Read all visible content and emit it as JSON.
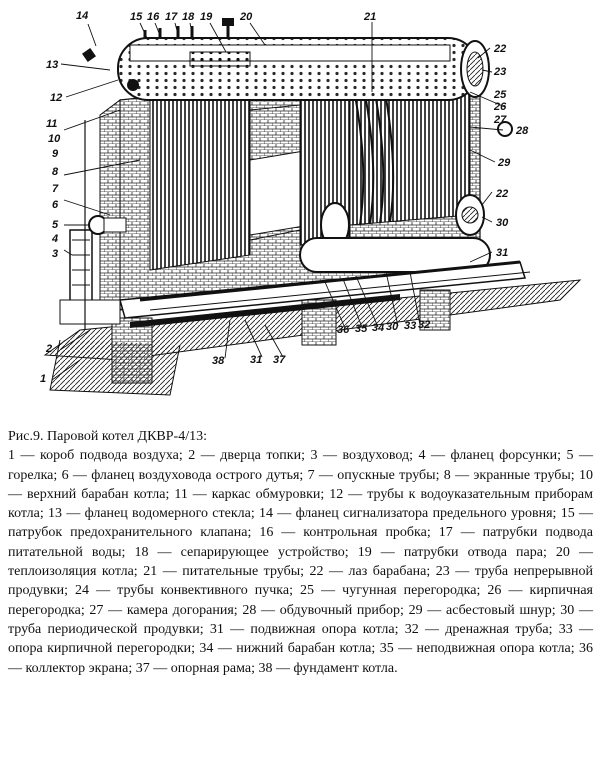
{
  "figure": {
    "callouts": {
      "n1": "1",
      "n2": "2",
      "n3": "3",
      "n4": "4",
      "n5": "5",
      "n6": "6",
      "n7": "7",
      "n8": "8",
      "n9": "9",
      "n10": "10",
      "n11": "11",
      "n12": "12",
      "n13": "13",
      "n14": "14",
      "n15": "15",
      "n16": "16",
      "n17": "17",
      "n18": "18",
      "n19": "19",
      "n20": "20",
      "n21": "21",
      "n22a": "22",
      "n22b": "22",
      "n23": "23",
      "n25": "25",
      "n26": "26",
      "n27": "27",
      "n28": "28",
      "n29": "29",
      "n30": "30",
      "n31": "31",
      "n31b": "31",
      "n32": "32",
      "n33": "33",
      "n34": "34",
      "n35": "35",
      "n36": "36",
      "n37": "37",
      "n38": "38"
    }
  },
  "caption": {
    "title": "Рис.9. Паровой котел ДКВР-4/13:",
    "text": "1 — короб подвода воздуха; 2 — дверца топки; 3 — воздуховод; 4 — фланец форсунки; 5 — горелка; 6 — фланец воздуховода острого дутья; 7 — опускные трубы; 8 — экранные трубы; 10 — верхний барабан котла; 11 — каркас обмуровки; 12 — трубы к водоуказательным приборам котла; 13 — фланец водомерного стекла; 14 — фланец сигнализатора предельного уровня; 15 — патрубок предохранительного клапана; 16 — контрольная пробка; 17 — патрубки подвода питательной воды; 18 — сепарирующее устройство; 19 — патрубки отвода пара; 20 — теплоизоляция котла; 21 — питательные трубы; 22 — лаз барабана; 23 — труба непрерывной продувки; 24 — трубы конвективного пучка; 25 — чугунная перегородка; 26 — кирпичная перегородка; 27 — камера догорания; 28 — обдувочный прибор; 29 — асбестовый шнур; 30 — труба периодической продувки; 31 — подвижная опора котла; 32 — дренажная труба; 33 — опора кирпичной перегородки; 34 — нижний барабан котла; 35 — неподвижная опора котла; 36 — коллектор экрана; 37 — опорная рама; 38 — фундамент котла."
  }
}
